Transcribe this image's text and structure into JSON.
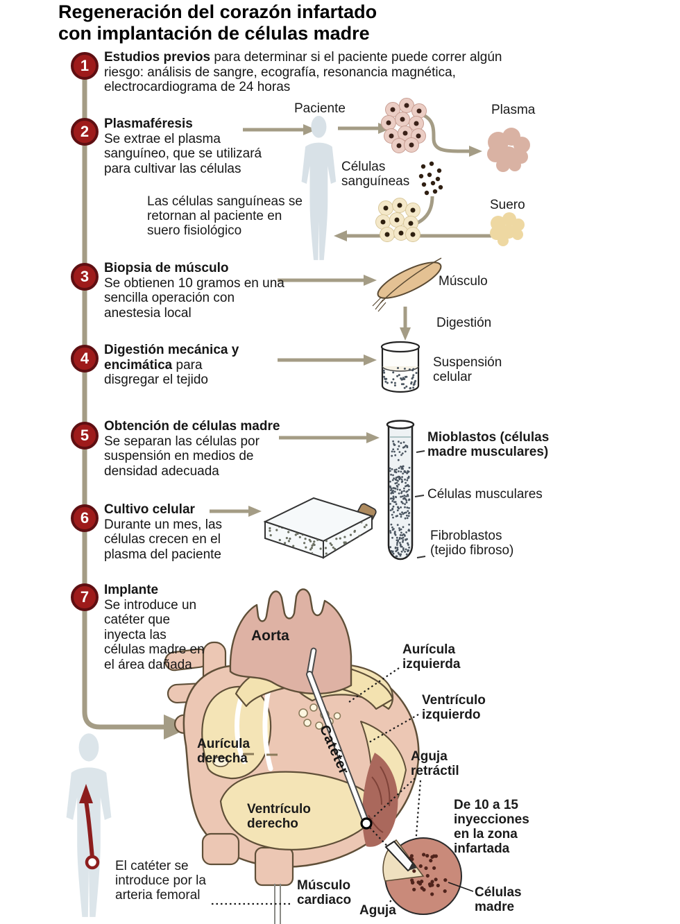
{
  "title": {
    "line1": "Regeneración del corazón infartado",
    "line2": "con implantación de células madre"
  },
  "steps": [
    {
      "number": "1",
      "heading": "Estudios previos",
      "body": "para determinar si el paciente puede correr algún riesgo: análisis de sangre, ecografía, resonancia magnética, electrocardiograma de 24 horas"
    },
    {
      "number": "2",
      "heading": "Plasmaféresis",
      "body": "Se extrae el plasma sanguíneo, que se utilizará para cultivar las células"
    },
    {
      "number": "3",
      "heading": "Biopsia de músculo",
      "body": "Se obtienen 10 gramos en una sencilla operación con anestesia local"
    },
    {
      "number": "4",
      "heading": "Digestión mecánica y encimática",
      "body": "para disgregar el tejido"
    },
    {
      "number": "5",
      "heading": "Obtención de células madre",
      "body": "Se separan las células por suspensión en medios de densidad adecuada"
    },
    {
      "number": "6",
      "heading": "Cultivo celular",
      "body": "Durante un mes, las células crecen en el plasma del paciente"
    },
    {
      "number": "7",
      "heading": "Implante",
      "body": "Se introduce un catéter que inyecta las células madre en el área dañada"
    }
  ],
  "plasmapheresis": {
    "patient_label": "Paciente",
    "blood_cells_label": "Células sanguíneas",
    "plasma_label": "Plasma",
    "serum_label": "Suero",
    "return_note": "Las células sanguíneas se retornan al paciente en suero fisiológico"
  },
  "biopsy": {
    "muscle_label": "Músculo",
    "digestion_label": "Digestión",
    "suspension_label": "Suspensión celular"
  },
  "cells": {
    "myoblasts_label": "Mioblastos (células madre musculares)",
    "muscle_cells_label": "Células musculares",
    "fibroblasts_label": "Fibroblastos (tejido fibroso)"
  },
  "heart": {
    "aorta_label": "Aorta",
    "left_atrium_label": "Aurícula izquierda",
    "left_ventricle_label": "Ventrículo izquierdo",
    "right_atrium_label": "Aurícula derecha",
    "right_ventricle_label": "Ventrículo derecho",
    "catheter_label": "Catéter",
    "retractable_needle_label": "Aguja retráctil",
    "injections_note": "De 10 a 15 inyecciones en la zona infartada",
    "stem_cells_label": "Células madre",
    "cardiac_muscle_label": "Músculo cardiaco",
    "needle_label": "Aguja",
    "femoral_note": "El catéter se introduce por la arteria femoral"
  },
  "colors": {
    "step_badge": "#9e1b1b",
    "step_badge_ring": "#5e0f12",
    "timeline_arrow": "#a49c85",
    "patient_fill": "#d8e1e7",
    "plasma_fill": "#d9b2a3",
    "serum_fill": "#eed8a2",
    "heart_pink": "#ecc7b4",
    "aorta_pink": "#deb2a4",
    "chamber_yellow": "#f4e4b6",
    "infarct": "#aa685c",
    "inset_fill": "#c98a7a",
    "artery_red": "#8c1d1d"
  }
}
